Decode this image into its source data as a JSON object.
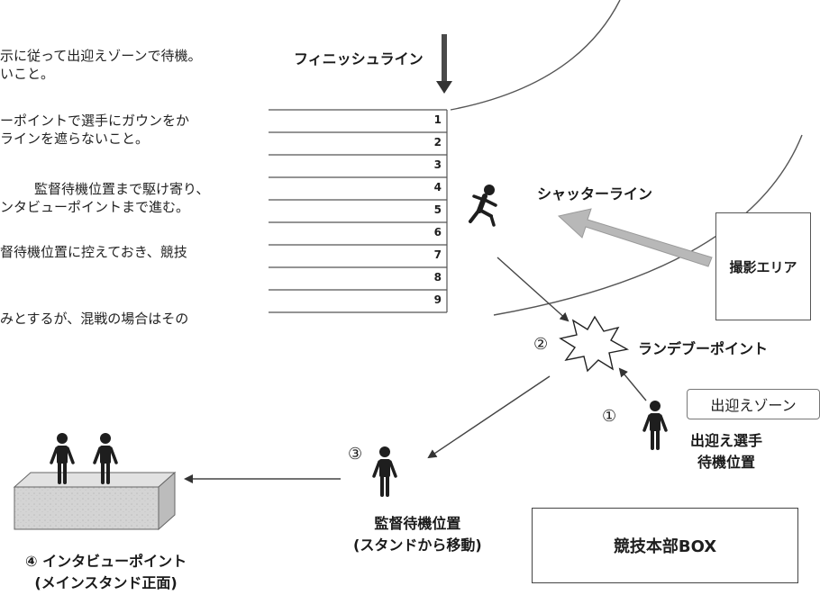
{
  "notes": [
    {
      "lines": [
        "示に従って出迎えゾーンで待機。",
        "いこと。"
      ]
    },
    {
      "lines": [
        "ーポイントで選手にガウンをか",
        "ラインを遮らないこと。"
      ]
    },
    {
      "lines": [
        "監督待機位置まで駆け寄り、",
        "ンタビューポイントまで進む。"
      ]
    },
    {
      "lines": [
        "督待機位置に控えておき、競技",
        ""
      ]
    },
    {
      "lines": [
        "みとするが、混戦の場合はその"
      ]
    }
  ],
  "finish_line_label": "フィニッシュライン",
  "lanes": [
    "1",
    "2",
    "3",
    "4",
    "5",
    "6",
    "7",
    "8",
    "9"
  ],
  "shutter_line_label": "シャッターライン",
  "photo_area_label": "撮影エリア",
  "rendezvous": {
    "number": "②",
    "label": "ランデブーポイント"
  },
  "greeting_zone_label": "出迎えゾーン",
  "greeting_athlete": {
    "number": "①",
    "lines": [
      "出迎え選手",
      "待機位置"
    ]
  },
  "coach_position": {
    "number": "③",
    "lines": [
      "監督待機位置",
      "(スタンドから移動)"
    ]
  },
  "interview_point": {
    "lines": [
      "④ インタビューポイント",
      "(メインスタンド正面)"
    ]
  },
  "hq_box_label": "競技本部BOX",
  "colors": {
    "ink": "#1e1e1e",
    "arrow_gray": "#b8b8b8",
    "platform": "#d4d4d4",
    "line": "#333333"
  }
}
